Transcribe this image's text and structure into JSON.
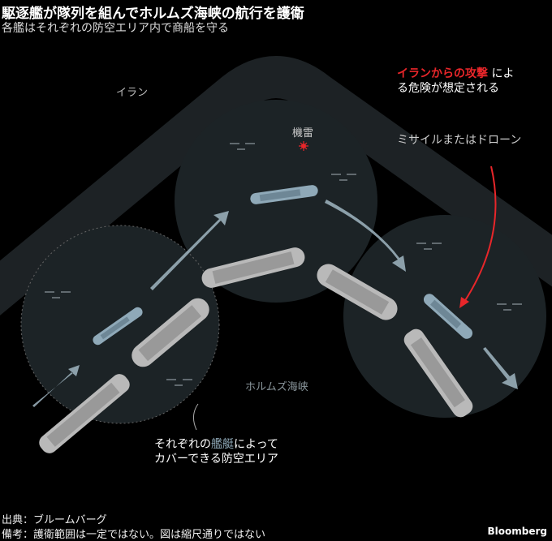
{
  "title": "駆逐艦が隊列を組んでホルムズ海峡の航行を護衛",
  "subtitle": "各艦はそれぞれの防空エリア内で商船を守る",
  "labels": {
    "iran": "イラン",
    "mine": "機雷",
    "strait": "ホルムズ海峡",
    "attack_red": "イランからの攻撃",
    "attack_rest1": "によ",
    "attack_rest2": "る危険が想定される",
    "missile": "ミサイルまたはドローン",
    "coverage_1": "それぞれの",
    "coverage_ship": "艦艇",
    "coverage_2": "によって",
    "coverage_3": "カバーできる防空エリア"
  },
  "footer": {
    "source": "出典：ブルームバーグ",
    "note": "備考：護衛範囲は一定ではない。図は縮尺通りではない",
    "brand": "Bloomberg"
  },
  "colors": {
    "land": "#1d2225",
    "zone": "#1c2326",
    "warship": "#8fa9b8",
    "merchant": "#b9b9b9",
    "attack": "#e8262a",
    "arrow": "#a9bfcc"
  }
}
